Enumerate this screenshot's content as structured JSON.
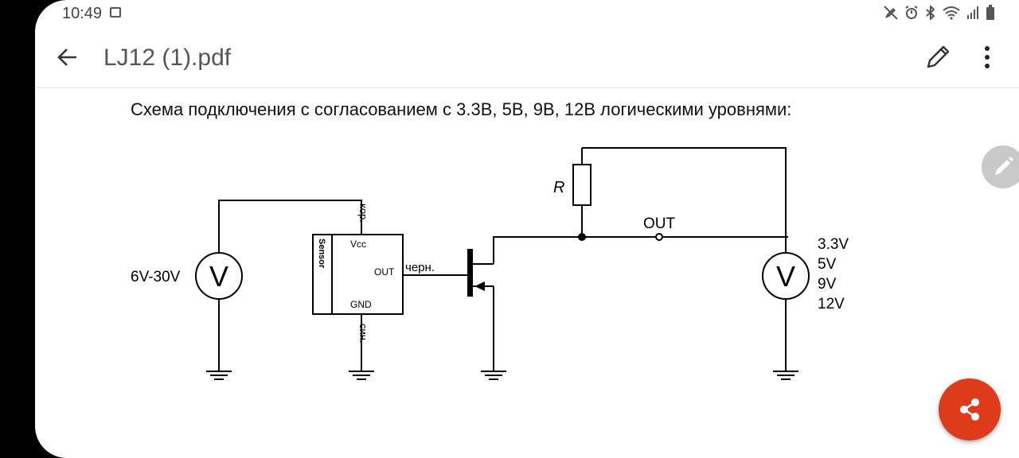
{
  "status_bar": {
    "time": "10:49",
    "icons": [
      "gallery-icon",
      "edit-mode-icon",
      "alarm-icon",
      "bluetooth-icon",
      "wifi-icon",
      "signal-icon",
      "battery-icon"
    ]
  },
  "app_bar": {
    "title": "LJ12 (1).pdf",
    "icons": [
      "back-arrow-icon",
      "pencil-icon",
      "more-vert-icon"
    ]
  },
  "document": {
    "heading": "Схема подключения с согласованием с 3.3В, 5В, 9В, 12В логическими уровнями:",
    "circuit": {
      "source_left_voltage": "6V-30V",
      "voltmeter_symbol": "V",
      "sensor_label": "Sensor",
      "pin_vcc": "Vcc",
      "pin_out": "OUT",
      "pin_gnd": "GND",
      "wire_brown": "кор.",
      "wire_black": "черн.",
      "wire_blue": "син.",
      "resistor_label": "R",
      "output_label": "OUT",
      "right_voltages": [
        "3.3V",
        "5V",
        "9V",
        "12V"
      ]
    }
  },
  "colors": {
    "fab": "#dd3b1c",
    "float_button": "#c9c9c9",
    "title": "#555555"
  }
}
